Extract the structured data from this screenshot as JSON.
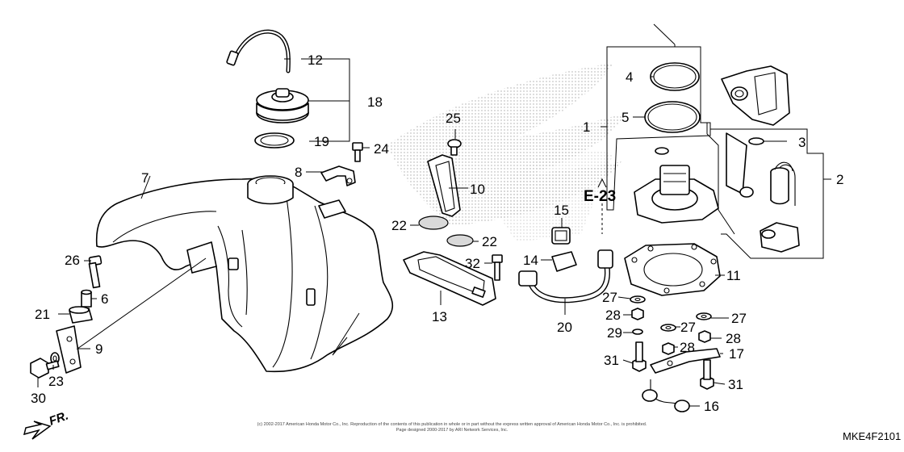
{
  "callouts": [
    {
      "id": "c1",
      "label": "1"
    },
    {
      "id": "c2",
      "label": "2"
    },
    {
      "id": "c3",
      "label": "3"
    },
    {
      "id": "c4",
      "label": "4"
    },
    {
      "id": "c5",
      "label": "5"
    },
    {
      "id": "c6",
      "label": "6"
    },
    {
      "id": "c7",
      "label": "7"
    },
    {
      "id": "c8",
      "label": "8"
    },
    {
      "id": "c9",
      "label": "9"
    },
    {
      "id": "c10",
      "label": "10"
    },
    {
      "id": "c11",
      "label": "11"
    },
    {
      "id": "c12",
      "label": "12"
    },
    {
      "id": "c13",
      "label": "13"
    },
    {
      "id": "c14",
      "label": "14"
    },
    {
      "id": "c15",
      "label": "15"
    },
    {
      "id": "c16",
      "label": "16"
    },
    {
      "id": "c17",
      "label": "17"
    },
    {
      "id": "c18",
      "label": "18"
    },
    {
      "id": "c19",
      "label": "19"
    },
    {
      "id": "c20",
      "label": "20"
    },
    {
      "id": "c21",
      "label": "21"
    },
    {
      "id": "c22a",
      "label": "22"
    },
    {
      "id": "c22b",
      "label": "22"
    },
    {
      "id": "c23",
      "label": "23"
    },
    {
      "id": "c24",
      "label": "24"
    },
    {
      "id": "c25",
      "label": "25"
    },
    {
      "id": "c26",
      "label": "26"
    },
    {
      "id": "c27a",
      "label": "27"
    },
    {
      "id": "c27b",
      "label": "27"
    },
    {
      "id": "c27c",
      "label": "27"
    },
    {
      "id": "c28a",
      "label": "28"
    },
    {
      "id": "c28b",
      "label": "28"
    },
    {
      "id": "c28c",
      "label": "28"
    },
    {
      "id": "c29",
      "label": "29"
    },
    {
      "id": "c30",
      "label": "30"
    },
    {
      "id": "c31a",
      "label": "31"
    },
    {
      "id": "c31b",
      "label": "31"
    },
    {
      "id": "c32",
      "label": "32"
    }
  ],
  "reference": "E-23",
  "diagram_code": "MKE4F2101",
  "direction_label": "FR.",
  "copyright_line1": "(c) 2002-2017 American Honda Motor Co., Inc. Reproduction of the contents of this publication in whole or in part without the express written approval of American Honda Motor Co., Inc. is prohibited.",
  "copyright_line2": "Page designed 2000-2017 by ARI Network Services, Inc."
}
